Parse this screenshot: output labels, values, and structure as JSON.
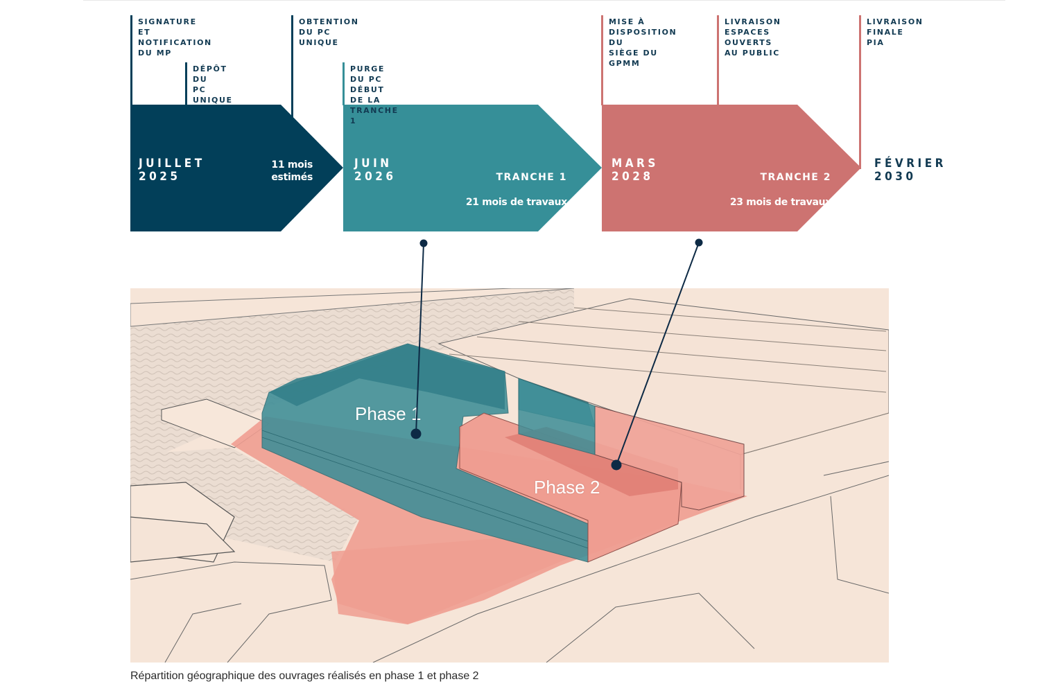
{
  "colors": {
    "navy": "#023f59",
    "teal": "#368f98",
    "coral": "#cd7371",
    "text_dark": "#123a52",
    "phase1_fill": "#3d8e97",
    "phase2_fill": "#ee9a8e",
    "map_bg": "#f6e5d8",
    "water": "#e6dad0"
  },
  "milestones": [
    {
      "id": "signature",
      "label": "SIGNATURE ET\nNOTIFICATION\nDU MP",
      "color": "navy"
    },
    {
      "id": "depot",
      "label": "DÉPÔT DU\nPC UNIQUE",
      "color": "navy"
    },
    {
      "id": "obtention",
      "label": "OBTENTION\nDU PC UNIQUE",
      "color": "navy"
    },
    {
      "id": "purge",
      "label": "PURGE DU PC\nDÉBUT DE LA TRANCHE 1",
      "color": "teal"
    },
    {
      "id": "mise",
      "label": "MISE À\nDISPOSITION DU\nSIÈGE DU GPMM",
      "color": "coral"
    },
    {
      "id": "livraison-espaces",
      "label": "LIVRAISON\nESPACES OUVERTS\nAU PUBLIC",
      "color": "coral"
    },
    {
      "id": "livraison-finale",
      "label": "LIVRAISON\nFINALE PIA",
      "color": "coral"
    }
  ],
  "periods": [
    {
      "id": "etudes",
      "date": "JUILLET\n2025",
      "title": "",
      "note": "11 mois\nestimés",
      "color": "navy"
    },
    {
      "id": "tranche1",
      "date": "JUIN\n2026",
      "title": "TRANCHE 1",
      "note": "21 mois de travaux",
      "color": "teal"
    },
    {
      "id": "tranche2",
      "date": "MARS\n2028",
      "title": "TRANCHE 2",
      "note": "23 mois de travaux",
      "color": "coral"
    }
  ],
  "end_date": "FÉVRIER\n2030",
  "illustration": {
    "phase1_label": "Phase 1",
    "phase2_label": "Phase 2"
  },
  "caption": "Répartition géographique des ouvrages réalisés en phase 1 et phase 2"
}
